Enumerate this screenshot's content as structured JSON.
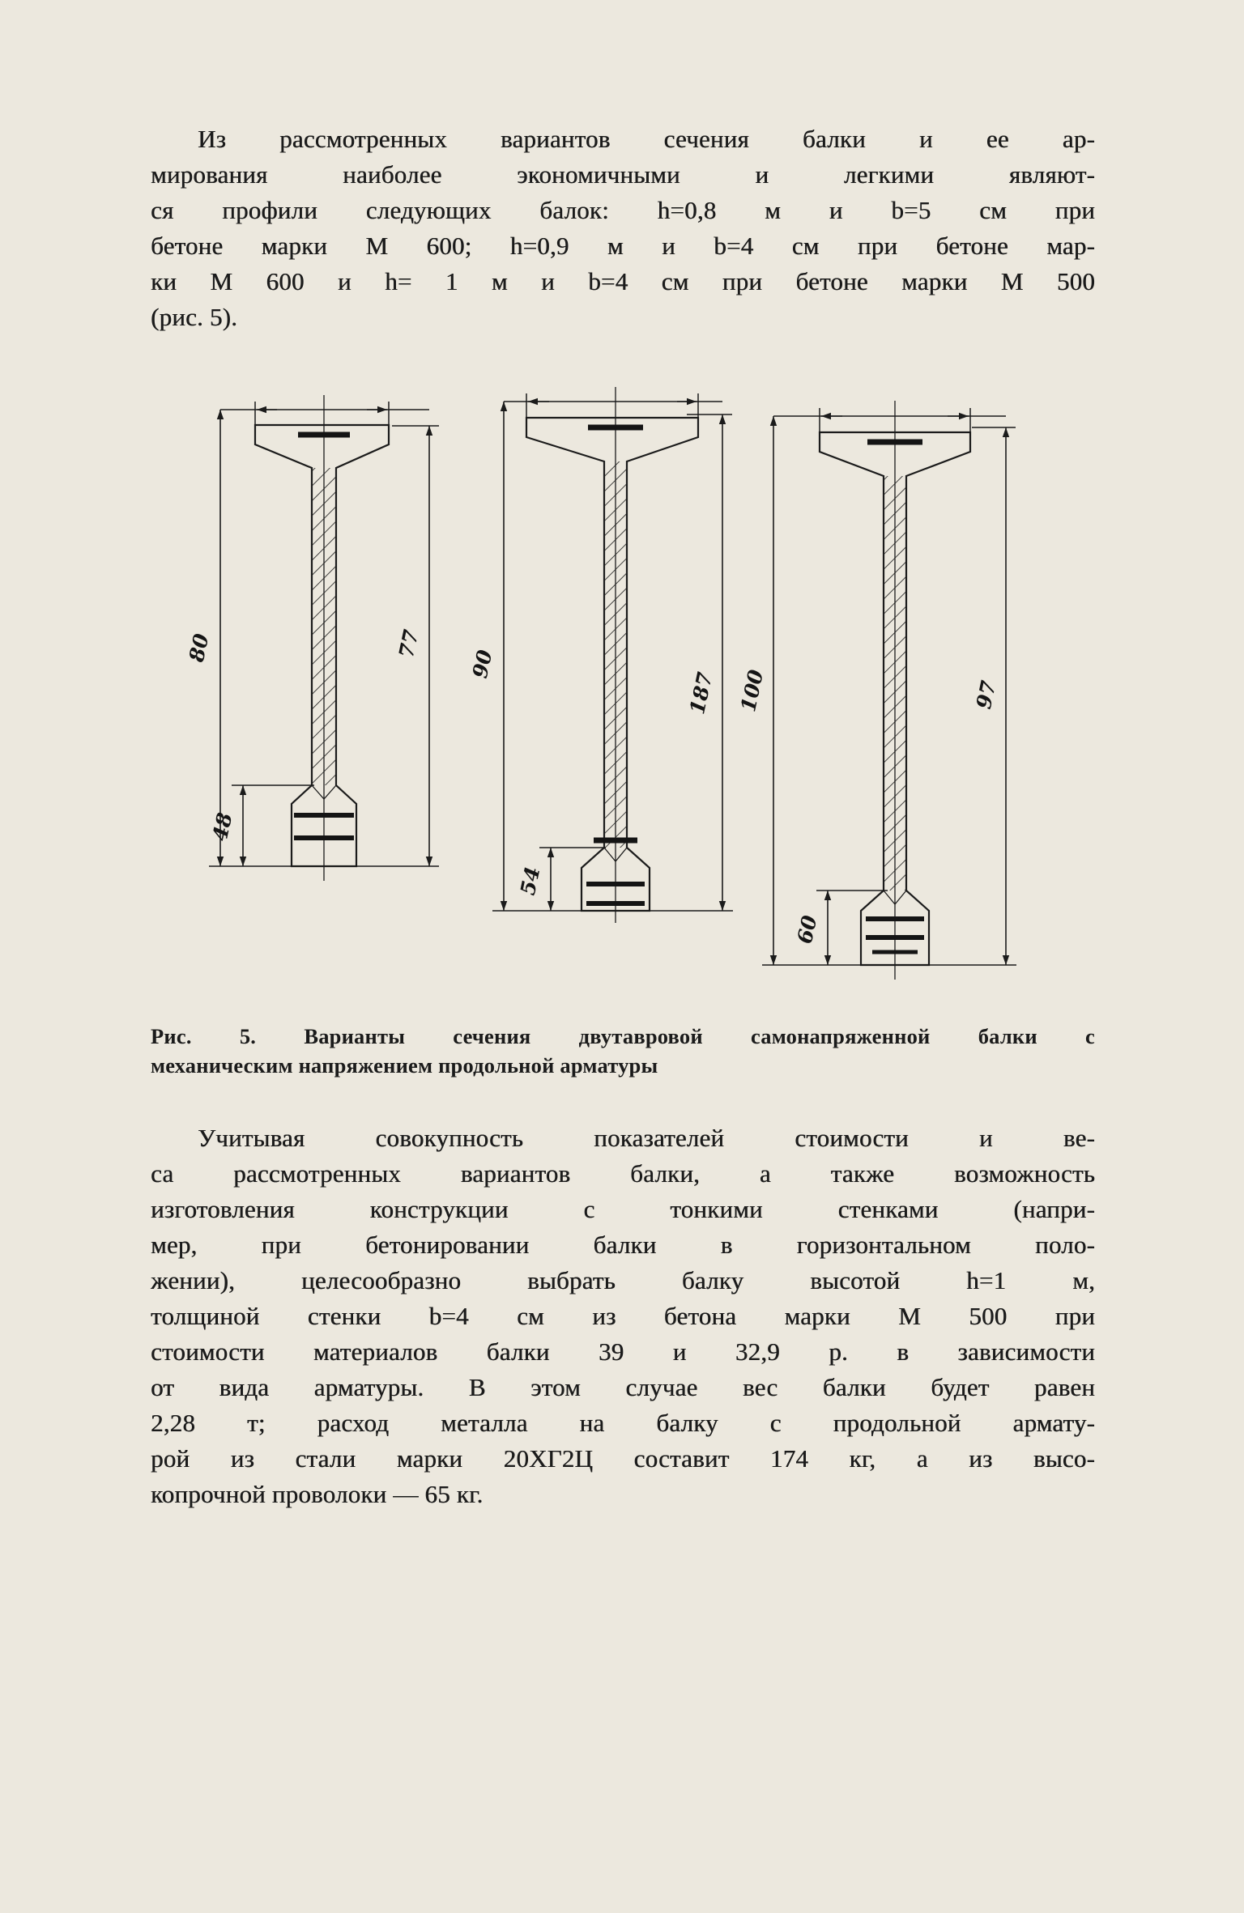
{
  "page": {
    "bg_color": "#ece8de",
    "ink_color": "#1b1b1b"
  },
  "paragraph_1": {
    "lines": [
      "Из рассмотренных вариантов сечения балки и ее ар-",
      "мирования наиболее экономичными и легкими являют-",
      "ся профили следующих балок: h=0,8 м и b=5 см при",
      "бетоне марки М 600; h=0,9 м и b=4 см при бетоне мар-",
      "ки М 600 и h= 1 м и b=4 см при бетоне марки М 500",
      "(рис. 5)."
    ]
  },
  "figure": {
    "beams": [
      {
        "height_label": "80",
        "right_label": "77",
        "foot_label": "48"
      },
      {
        "height_label": "90",
        "right_label": "187",
        "foot_label": "54"
      },
      {
        "height_label": "100",
        "right_label": "97",
        "foot_label": "60"
      }
    ],
    "caption_lines": [
      "Рис. 5. Варианты сечения двутавровой самонапряженной балки с",
      "механическим напряжением продольной арматуры"
    ]
  },
  "paragraph_2": {
    "lines": [
      "Учитывая совокупность показателей стоимости и ве-",
      "са рассмотренных вариантов балки, а также возможность",
      "изготовления конструкции с тонкими стенками (напри-",
      "мер, при бетонировании балки в горизонтальном поло-",
      "жении), целесообразно выбрать балку высотой h=1 м,",
      "толщиной стенки b=4 см из бетона марки М 500 при",
      "стоимости материалов балки 39 и 32,9 р. в зависимости",
      "от вида арматуры. В этом случае вес балки будет равен",
      "2,28 т; расход металла на балку с продольной армату-",
      "рой из стали марки 20ХГ2Ц составит 174 кг, а из высо-",
      "копрочной проволоки — 65 кг."
    ]
  }
}
